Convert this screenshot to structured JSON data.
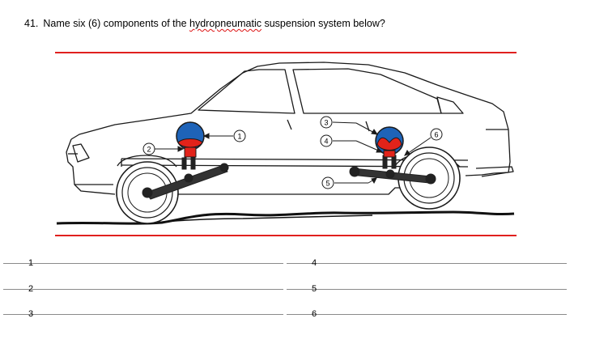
{
  "question": {
    "number": "41.",
    "text_before": "Name six (6) components of the ",
    "flagged_word": "hydropneumatic",
    "text_after": " suspension system below?"
  },
  "figure": {
    "callouts": [
      "1",
      "2",
      "3",
      "4",
      "5",
      "6"
    ],
    "colors": {
      "frame_line": "#e0201e",
      "sphere_blue": "#1e63b8",
      "sphere_red": "#e2231a",
      "outline": "#1a1a1a"
    }
  },
  "answers": {
    "left": [
      "1",
      "2",
      "3"
    ],
    "right": [
      "4",
      "5",
      "6"
    ]
  }
}
